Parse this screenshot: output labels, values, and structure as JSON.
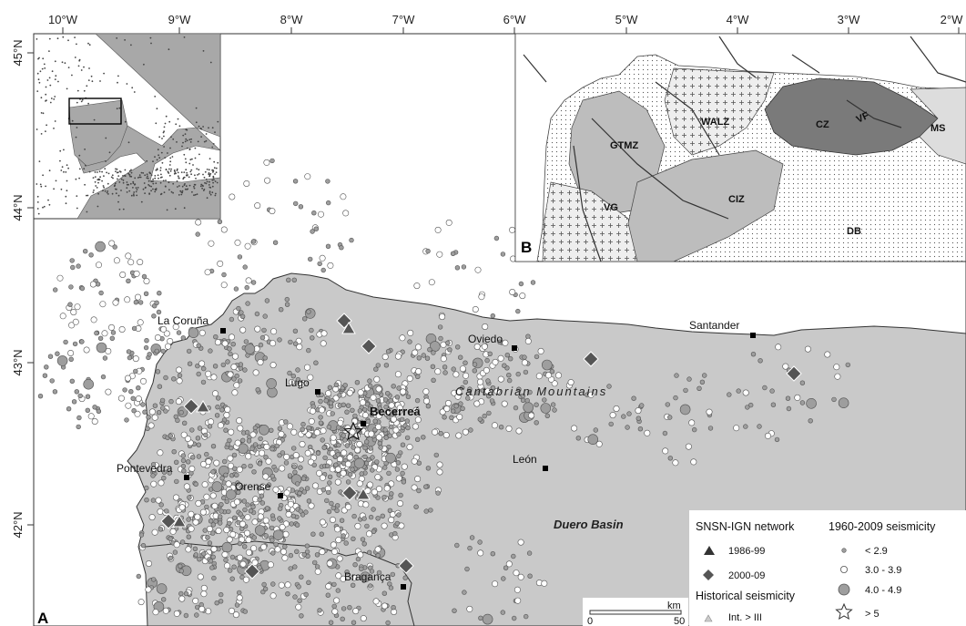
{
  "panels": {
    "main": "A",
    "inset": "B"
  },
  "longitude_ticks": [
    "10°W",
    "9°W",
    "8°W",
    "7°W",
    "6°W",
    "5°W",
    "4°W",
    "3°W",
    "2°W"
  ],
  "latitude_ticks": [
    "45°N",
    "44°N",
    "43°N",
    "42°N"
  ],
  "places": {
    "la_coruna": "La Coruña",
    "lugo": "Lugo",
    "becerrea": "Becerreá",
    "pontevedra": "Pontevedra",
    "orense": "Orense",
    "bragança": "Bragança",
    "oviedo": "Oviedo",
    "leon": "León",
    "santander": "Santander"
  },
  "regions": {
    "mountains": "Cantabrian Mountains",
    "basin": "Duero Basin"
  },
  "geology_zones": {
    "gtmz": "GTMZ",
    "walz": "WALZ",
    "cz": "CZ",
    "vf": "VF",
    "ms": "MS",
    "ciz": "CIZ",
    "vg": "VG",
    "db": "DB"
  },
  "legend": {
    "network_title": "SNSN-IGN network",
    "network_items": [
      "1986-99",
      "2000-09"
    ],
    "historical_title": "Historical seismicity",
    "historical_items": [
      "Int. > III"
    ],
    "seismicity_title": "1960-2009 seismicity",
    "seismicity_items": [
      "< 2.9",
      "3.0 - 3.9",
      "4.0 - 4.9",
      "> 5"
    ]
  },
  "scale_bar": {
    "unit": "km",
    "start": "0",
    "end": "50"
  },
  "colors": {
    "land": "#c9c9c9",
    "sea": "#ffffff",
    "dot": "#9e9e9e",
    "dot_stroke": "#555555",
    "symbol": "#555555",
    "inset_dark": "#7a7a7a"
  }
}
